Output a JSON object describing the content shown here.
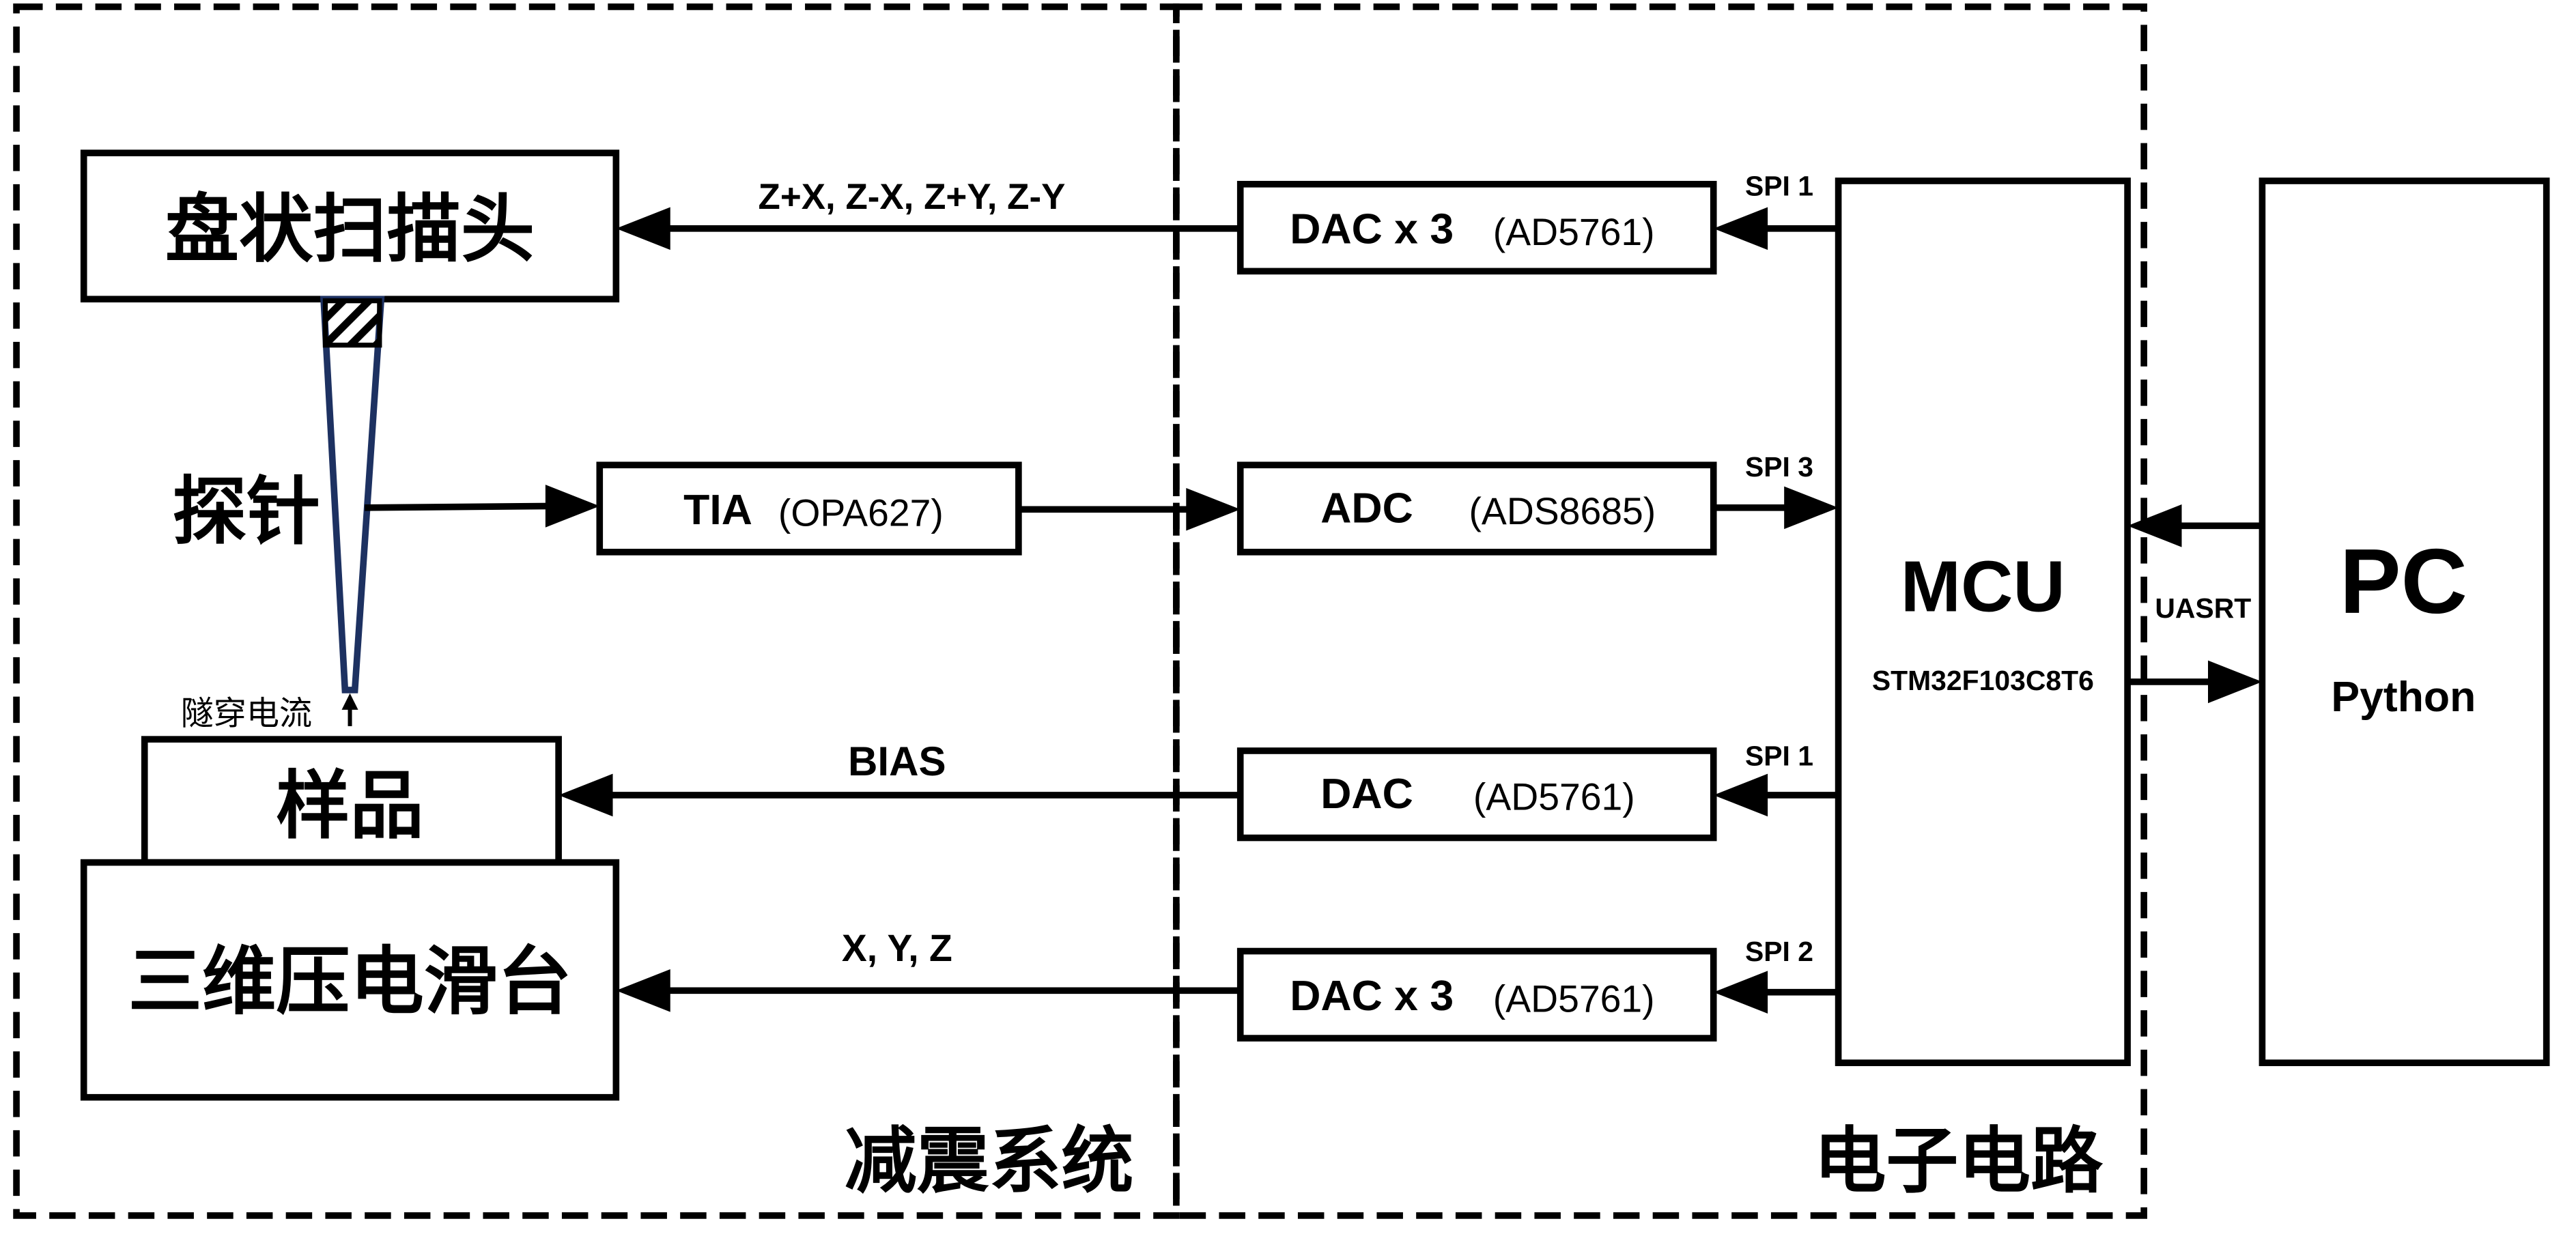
{
  "regions": {
    "vibration_isolation": "减震系统",
    "electronics": "电子电路"
  },
  "scan_head": {
    "label": "盘状扫描头"
  },
  "probe": {
    "label": "探针",
    "current_label": "隧穿电流"
  },
  "sample": {
    "label": "样品"
  },
  "stage": {
    "label": "三维压电滑台"
  },
  "tia": {
    "name": "TIA",
    "part": "(OPA627)"
  },
  "dac_scan": {
    "name": "DAC x 3",
    "part": "(AD5761)"
  },
  "adc": {
    "name": "ADC",
    "part": "(ADS8685)"
  },
  "dac_bias": {
    "name": "DAC",
    "part": "(AD5761)"
  },
  "dac_stage": {
    "name": "DAC x 3",
    "part": "(AD5761)"
  },
  "mcu": {
    "name": "MCU",
    "part": "STM32F103C8T6"
  },
  "pc": {
    "name": "PC",
    "software": "Python"
  },
  "signals": {
    "scan": "Z+X, Z-X, Z+Y, Z-Y",
    "bias": "BIAS",
    "stage": "X, Y, Z",
    "spi_dac_scan": "SPI 1",
    "spi_adc": "SPI 3",
    "spi_dac_bias": "SPI 1",
    "spi_dac_stage": "SPI 2",
    "serial": "UASRT"
  },
  "colors": {
    "probe_outline": "#1d3161",
    "line": "#000000"
  }
}
